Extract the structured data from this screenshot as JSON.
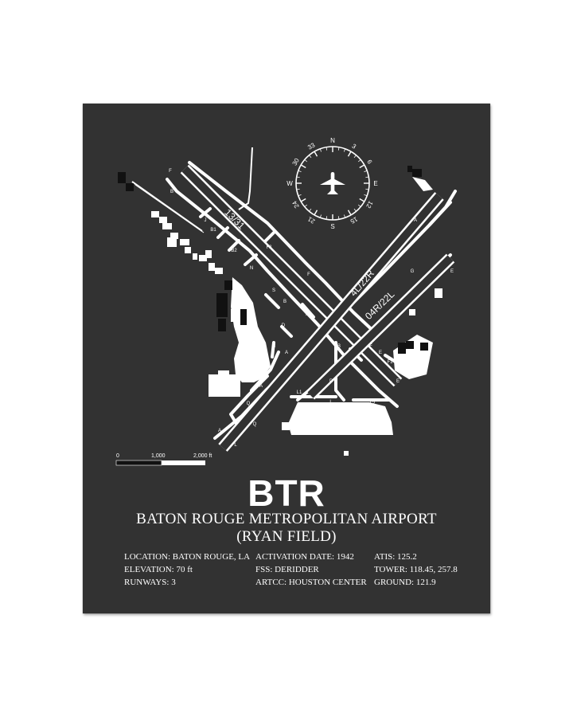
{
  "airport": {
    "code": "BTR",
    "name_line1": "BATON ROUGE METROPOLITAN AIRPORT",
    "name_line2": "(RYAN FIELD)"
  },
  "info": {
    "col1": [
      "LOCATION: BATON ROUGE, LA",
      "ELEVATION: 70 ft",
      "RUNWAYS: 3"
    ],
    "col2": [
      "ACTIVATION DATE: 1942",
      "FSS: DERIDDER",
      "ARTCC: HOUSTON CENTER"
    ],
    "col3": [
      "ATIS: 125.2",
      "TOWER: 118.45, 257.8",
      "GROUND: 121.9"
    ]
  },
  "runways": [
    {
      "designation": "13/31"
    },
    {
      "designation": "4L/22R"
    },
    {
      "designation": "04R/22L"
    }
  ],
  "taxiway_labels": [
    "F",
    "B",
    "J",
    "B1",
    "B2",
    "N",
    "F3",
    "F",
    "S",
    "B",
    "D",
    "K",
    "H",
    "A",
    "C",
    "A",
    "L1",
    "P",
    "L",
    "Q",
    "Q",
    "A",
    "L",
    "B",
    "F",
    "A",
    "G",
    "E",
    "E",
    "F1",
    "F2",
    "E",
    "L2",
    "G"
  ],
  "compass": {
    "labels": [
      "N",
      "3",
      "6",
      "E",
      "12",
      "15",
      "S",
      "21",
      "24",
      "W",
      "30",
      "33"
    ]
  },
  "scale_bar": {
    "labels": [
      "0",
      "1,000",
      "2,000 ft"
    ]
  },
  "colors": {
    "poster_bg": "#323232",
    "ink": "#ffffff",
    "page_bg": "#ffffff"
  }
}
